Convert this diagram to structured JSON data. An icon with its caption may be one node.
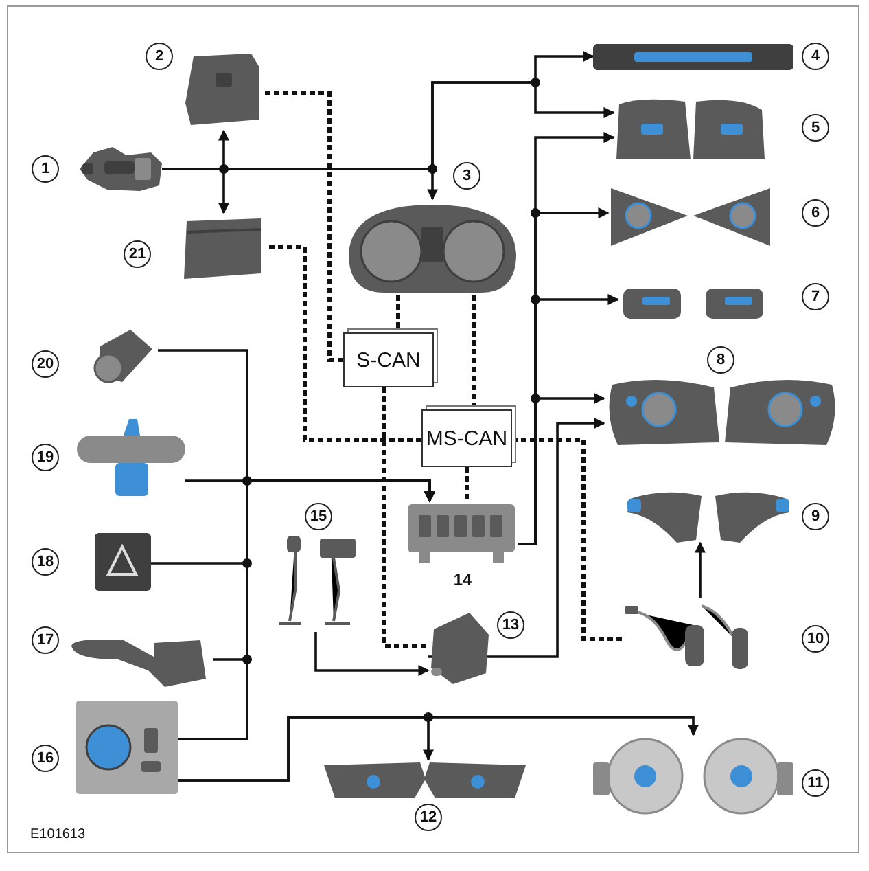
{
  "diagram": {
    "nodes": [
      {
        "text": [],
        "shape": "picture",
        "beside": [
          "1"
        ]
      },
      {
        "text": [],
        "shape": "picture",
        "beside": [
          "2"
        ]
      },
      {
        "text": [],
        "shape": "picture",
        "beside": [
          "3"
        ]
      },
      {
        "text": [],
        "shape": "picture",
        "beside": [
          "4"
        ]
      },
      {
        "text": [],
        "shape": "picture",
        "beside": [
          "5"
        ]
      },
      {
        "text": [],
        "shape": "picture",
        "beside": [
          "6"
        ]
      },
      {
        "text": [],
        "shape": "picture",
        "beside": [
          "7"
        ]
      },
      {
        "text": [],
        "shape": "picture",
        "beside": [
          "8"
        ]
      },
      {
        "text": [],
        "shape": "picture",
        "beside": [
          "9"
        ]
      },
      {
        "text": [],
        "shape": "picture",
        "beside": [
          "10"
        ]
      },
      {
        "text": [],
        "shape": "picture",
        "beside": [
          "11"
        ]
      },
      {
        "text": [],
        "shape": "picture",
        "beside": [
          "12"
        ]
      },
      {
        "text": [],
        "shape": "picture",
        "beside": [
          "13"
        ]
      },
      {
        "text": [],
        "shape": "picture",
        "beside": [
          "14"
        ]
      },
      {
        "text": [],
        "shape": "picture",
        "beside": [
          "15"
        ]
      },
      {
        "text": [],
        "shape": "picture",
        "beside": [
          "16"
        ]
      },
      {
        "text": [],
        "shape": "picture",
        "beside": [
          "17"
        ]
      },
      {
        "text": [],
        "shape": "picture",
        "beside": [
          "18"
        ]
      },
      {
        "text": [],
        "shape": "picture",
        "beside": [
          "19"
        ]
      },
      {
        "text": [],
        "shape": "picture",
        "beside": [
          "20"
        ]
      },
      {
        "text": [],
        "shape": "picture",
        "beside": [
          "21"
        ]
      },
      {
        "text": [
          "S-CAN"
        ]
      },
      {
        "text": [
          "MS-CAN"
        ]
      }
    ],
    "edges": [
      {
        "from": 0,
        "to": 1,
        "arrow": "to"
      },
      {
        "from": 0,
        "to": 20,
        "arrow": "to"
      },
      {
        "from": 0,
        "to": 2,
        "arrow": "to"
      },
      {
        "from": 0,
        "to": 3,
        "arrow": "to"
      },
      {
        "from": 0,
        "to": 4,
        "arrow": "to"
      },
      {
        "from": 13,
        "to": 4,
        "arrow": "to"
      },
      {
        "from": 13,
        "to": 5,
        "arrow": "to"
      },
      {
        "from": 13,
        "to": 6,
        "arrow": "to"
      },
      {
        "from": 13,
        "to": 7,
        "arrow": "to"
      },
      {
        "from": 12,
        "to": 7,
        "arrow": "to"
      },
      {
        "from": 19,
        "to": 13,
        "arrow": "to"
      },
      {
        "from": 18,
        "to": 13,
        "arrow": "to"
      },
      {
        "from": 17,
        "to": 13,
        "arrow": "to"
      },
      {
        "from": 16,
        "to": 13,
        "arrow": "to"
      },
      {
        "from": 15,
        "to": 13,
        "arrow": "to"
      },
      {
        "from": 14,
        "to": 12,
        "arrow": "to"
      },
      {
        "from": 15,
        "to": 11,
        "arrow": "to"
      },
      {
        "from": 15,
        "to": 10,
        "arrow": "to"
      },
      {
        "from": 9,
        "to": 8,
        "arrow": "to"
      },
      {
        "from": 1,
        "to": 21,
        "arrow": "none",
        "style": "dashed"
      },
      {
        "from": 2,
        "to": 21,
        "arrow": "none",
        "style": "dashed"
      },
      {
        "from": 2,
        "to": 22,
        "arrow": "none",
        "style": "dashed"
      },
      {
        "from": 20,
        "to": 22,
        "arrow": "none",
        "style": "dashed"
      },
      {
        "from": 21,
        "to": 12,
        "arrow": "none",
        "style": "dashed"
      },
      {
        "from": 22,
        "to": 13,
        "arrow": "none",
        "style": "dashed"
      },
      {
        "from": 22,
        "to": 9,
        "arrow": "none",
        "style": "dashed"
      }
    ],
    "labels": [
      "E101613"
    ]
  }
}
